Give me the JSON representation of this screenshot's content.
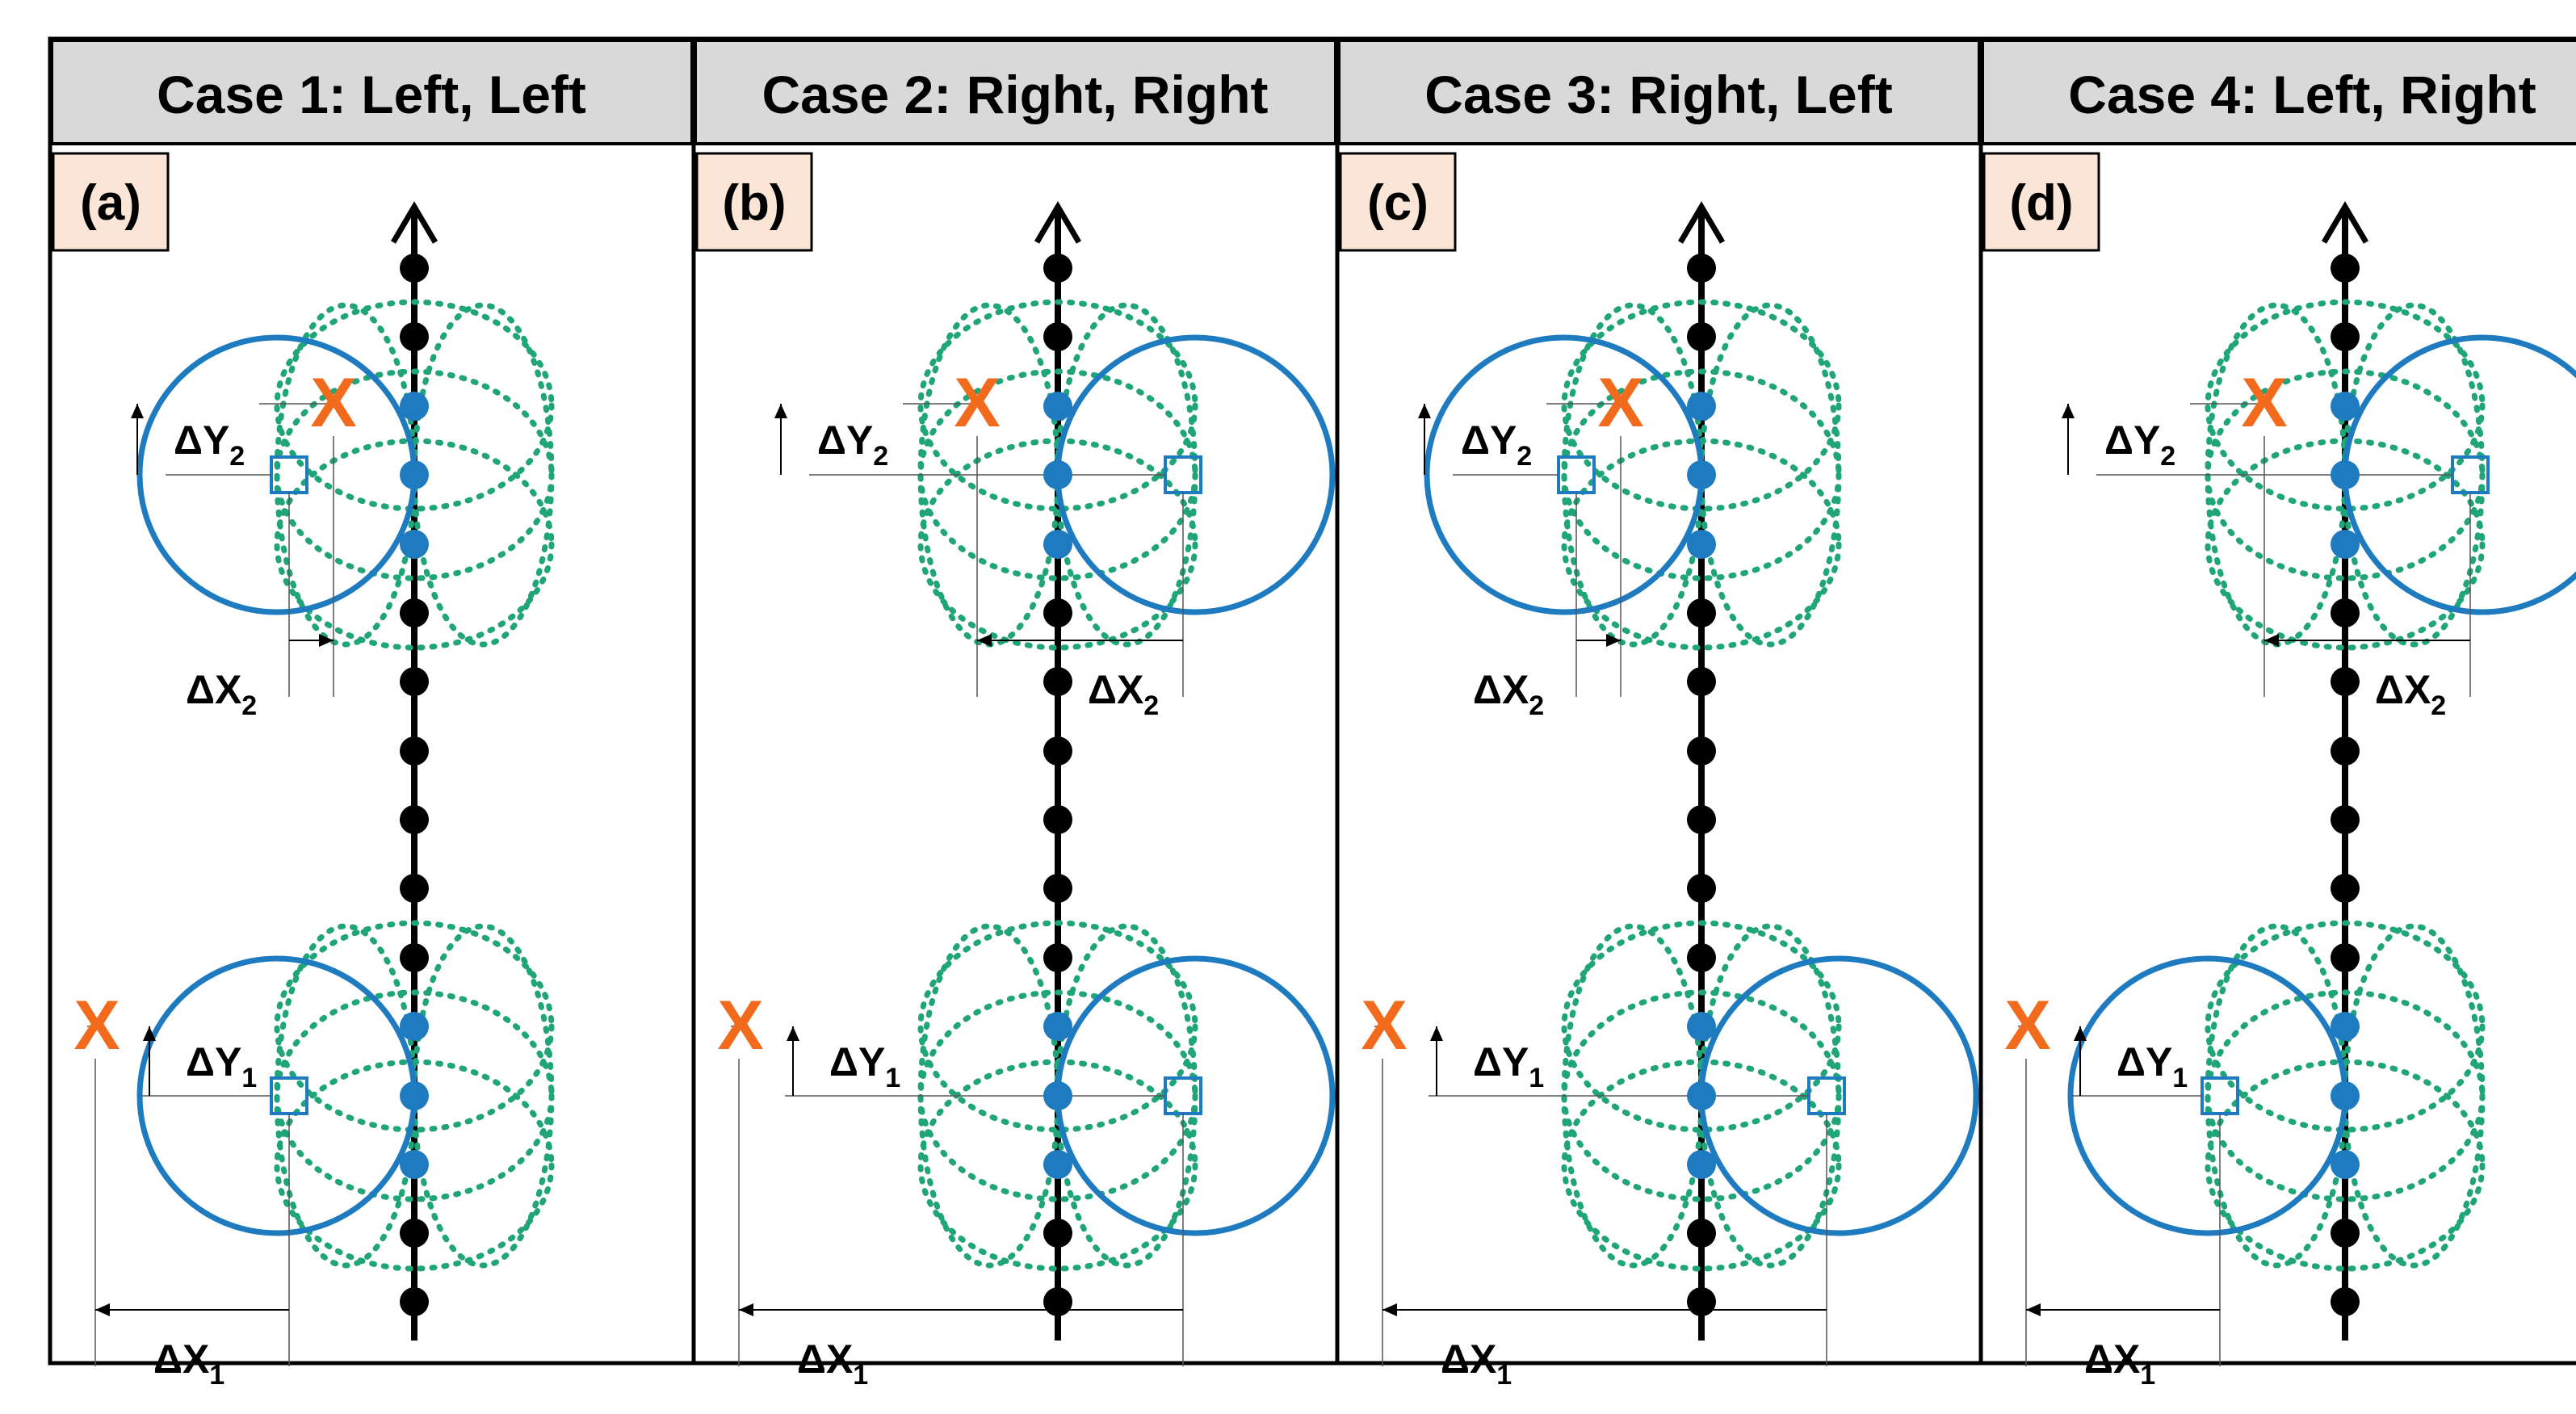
{
  "figure": {
    "panels": [
      {
        "header": "Case 1: Left, Left",
        "tag": "(a)",
        "second_side": "left",
        "first_side": "left"
      },
      {
        "header": "Case 2: Right, Right",
        "tag": "(b)",
        "second_side": "right",
        "first_side": "right"
      },
      {
        "header": "Case 3: Right, Left",
        "tag": "(c)",
        "second_side": "left",
        "first_side": "right"
      },
      {
        "header": "Case 4: Left, Right",
        "tag": "(d)",
        "second_side": "right",
        "first_side": "left"
      }
    ],
    "labels": {
      "x_mark": "X",
      "delta": "Δ",
      "y": "Y",
      "x": "X",
      "sub1": "1",
      "sub2": "2"
    },
    "colors": {
      "header_bg": "#d9d9d9",
      "tag_bg": "#fbe5d6",
      "axis": "#000000",
      "blue": "#1f7bbf",
      "green": "#20a47a",
      "orange": "#f26b1d",
      "dim": "#000000"
    }
  }
}
